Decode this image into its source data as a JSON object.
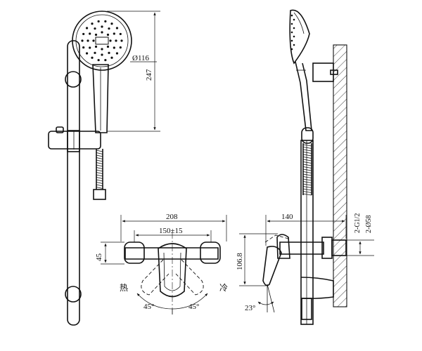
{
  "dimensions": {
    "head_diameter": "116",
    "head_diameter_symbol": "Ø",
    "total_height": "247",
    "body_width": "208",
    "inlet_spacing": "150±15",
    "body_height": "45",
    "projection": "140",
    "outlet_height": "106.8",
    "connection_thread": "2-G1/2",
    "connection_diameter": "2-Ø58"
  },
  "angles": {
    "handle_left": "45°",
    "handle_right": "45°",
    "tilt": "23°"
  },
  "labels": {
    "hot": "热",
    "cold": "冷"
  }
}
